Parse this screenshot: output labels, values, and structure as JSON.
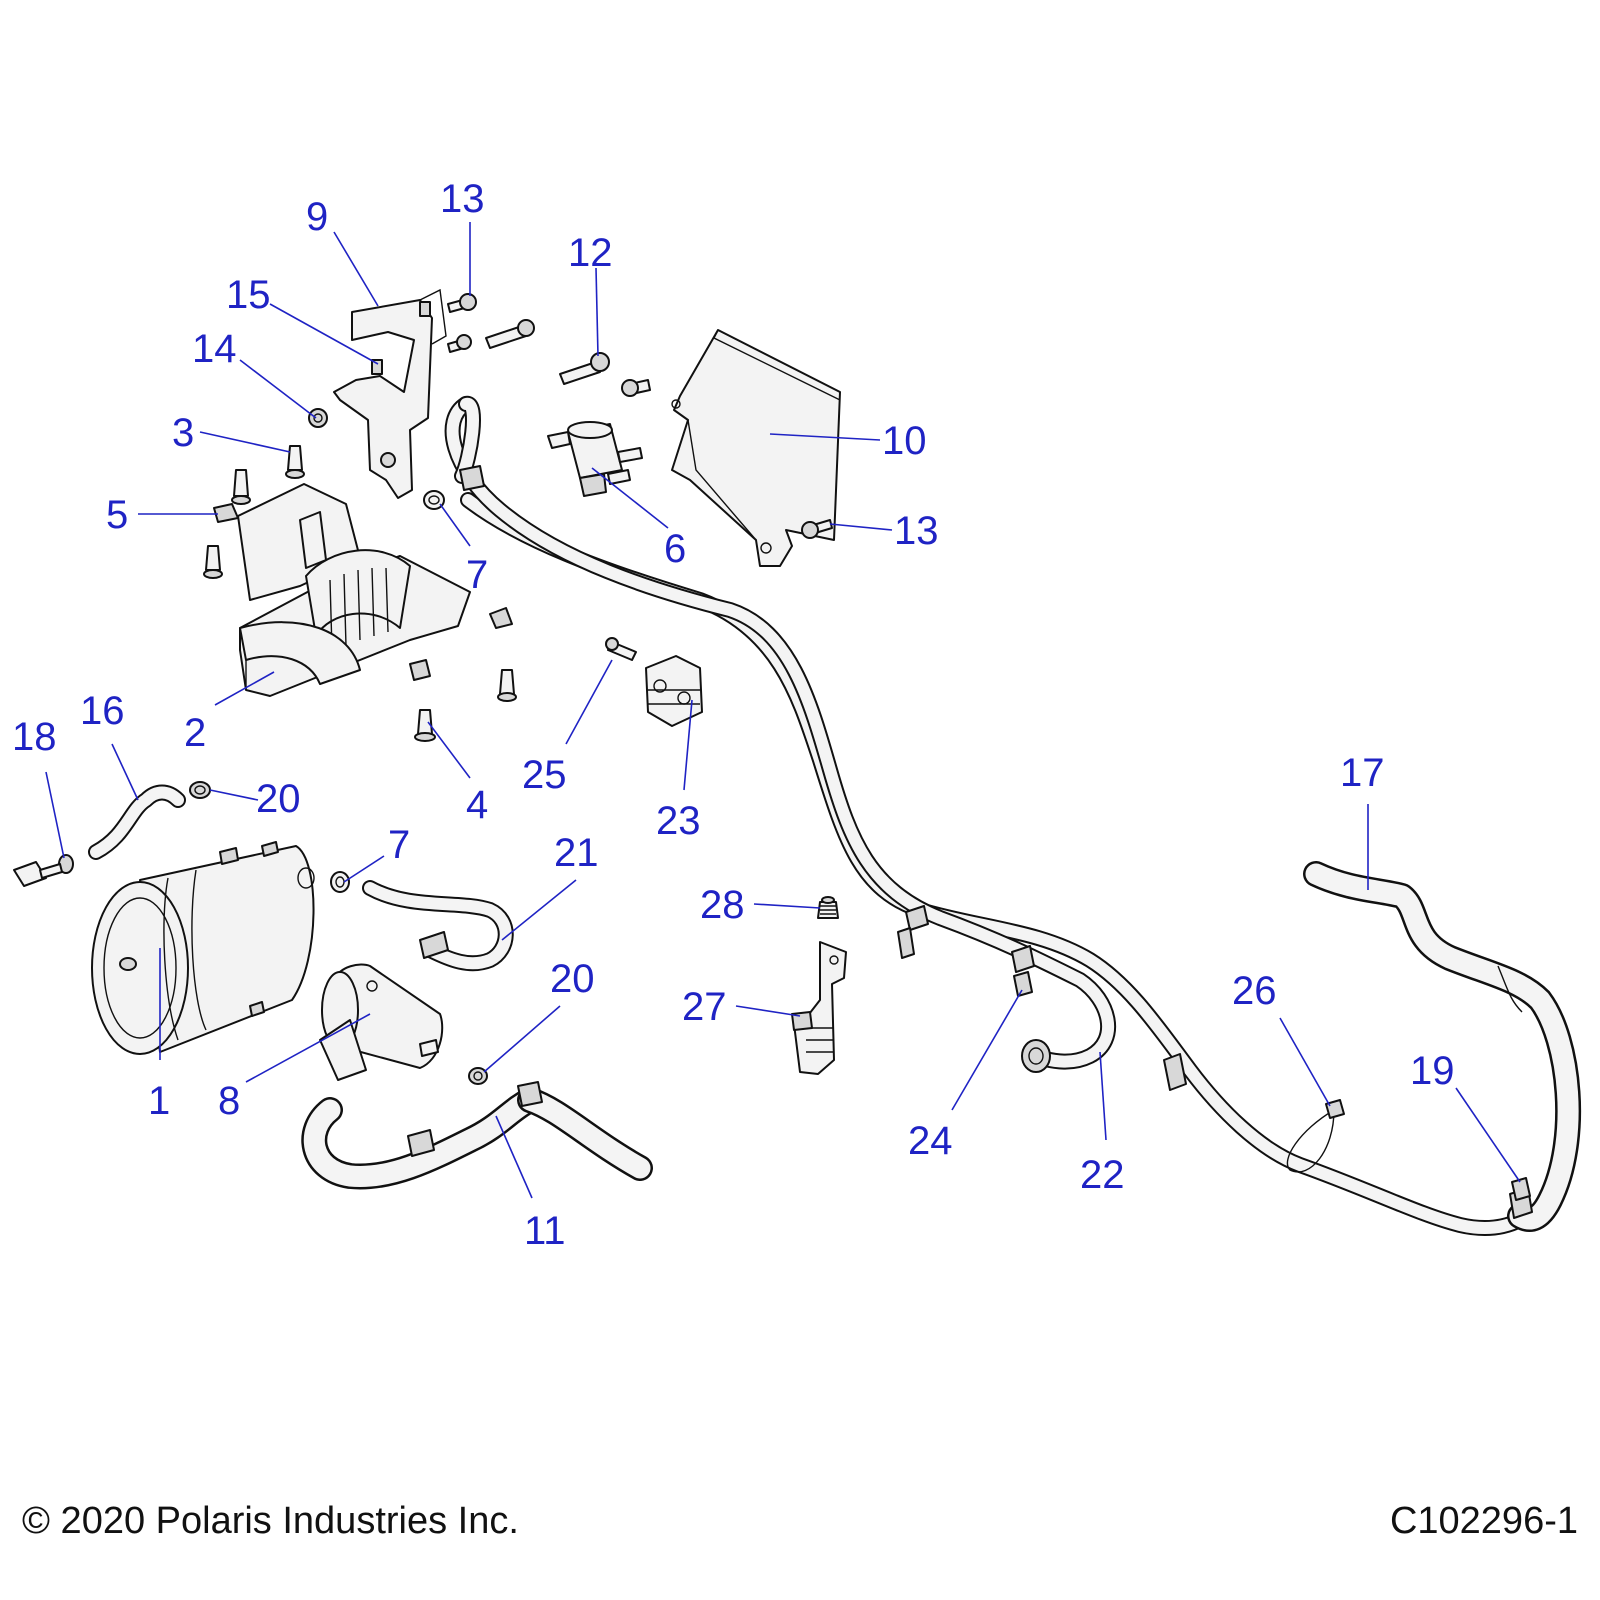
{
  "diagram": {
    "callouts": [
      {
        "id": "c1",
        "label": "1"
      },
      {
        "id": "c2",
        "label": "2"
      },
      {
        "id": "c3",
        "label": "3"
      },
      {
        "id": "c4",
        "label": "4"
      },
      {
        "id": "c5",
        "label": "5"
      },
      {
        "id": "c6",
        "label": "6"
      },
      {
        "id": "c7a",
        "label": "7"
      },
      {
        "id": "c7b",
        "label": "7"
      },
      {
        "id": "c8",
        "label": "8"
      },
      {
        "id": "c9",
        "label": "9"
      },
      {
        "id": "c10",
        "label": "10"
      },
      {
        "id": "c11",
        "label": "11"
      },
      {
        "id": "c12",
        "label": "12"
      },
      {
        "id": "c13a",
        "label": "13"
      },
      {
        "id": "c13b",
        "label": "13"
      },
      {
        "id": "c14",
        "label": "14"
      },
      {
        "id": "c15",
        "label": "15"
      },
      {
        "id": "c16",
        "label": "16"
      },
      {
        "id": "c17",
        "label": "17"
      },
      {
        "id": "c18",
        "label": "18"
      },
      {
        "id": "c19",
        "label": "19"
      },
      {
        "id": "c20a",
        "label": "20"
      },
      {
        "id": "c20b",
        "label": "20"
      },
      {
        "id": "c21",
        "label": "21"
      },
      {
        "id": "c22",
        "label": "22"
      },
      {
        "id": "c23",
        "label": "23"
      },
      {
        "id": "c24",
        "label": "24"
      },
      {
        "id": "c25",
        "label": "25"
      },
      {
        "id": "c26",
        "label": "26"
      },
      {
        "id": "c27",
        "label": "27"
      },
      {
        "id": "c28",
        "label": "28"
      }
    ],
    "callout_color": "#1f23c4"
  },
  "footer": {
    "copyright": "© 2020 Polaris Industries Inc.",
    "drawing_id": "C102296-1"
  }
}
